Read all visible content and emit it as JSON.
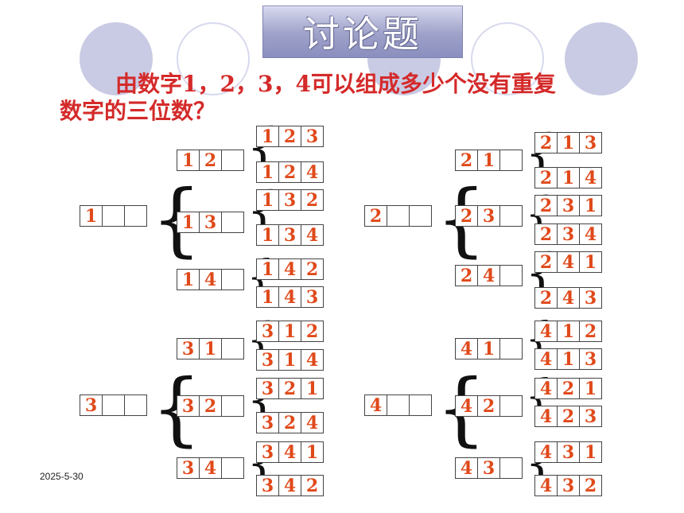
{
  "slide": {
    "title": "讨论题",
    "question_line1": "由数字1，2，3，4可以组成多少个没有重复",
    "question_line2": "数字的三位数？",
    "date": "2025-5-30"
  },
  "groups": [
    {
      "root": [
        "1",
        "",
        ""
      ],
      "branches": [
        {
          "prefix": [
            "1",
            "2",
            ""
          ],
          "leaves": [
            [
              "1",
              "2",
              "3"
            ],
            [
              "1",
              "2",
              "4"
            ]
          ]
        },
        {
          "prefix": [
            "1",
            "3",
            ""
          ],
          "leaves": [
            [
              "1",
              "3",
              "2"
            ],
            [
              "1",
              "3",
              "4"
            ]
          ]
        },
        {
          "prefix": [
            "1",
            "4",
            ""
          ],
          "leaves": [
            [
              "1",
              "4",
              "2"
            ],
            [
              "1",
              "4",
              "3"
            ]
          ]
        }
      ]
    },
    {
      "root": [
        "2",
        "",
        ""
      ],
      "branches": [
        {
          "prefix": [
            "2",
            "1",
            ""
          ],
          "leaves": [
            [
              "2",
              "1",
              "3"
            ],
            [
              "2",
              "1",
              "4"
            ]
          ]
        },
        {
          "prefix": [
            "2",
            "3",
            ""
          ],
          "leaves": [
            [
              "2",
              "3",
              "1"
            ],
            [
              "2",
              "3",
              "4"
            ]
          ]
        },
        {
          "prefix": [
            "2",
            "4",
            ""
          ],
          "leaves": [
            [
              "2",
              "4",
              "1"
            ],
            [
              "2",
              "4",
              "3"
            ]
          ]
        }
      ]
    },
    {
      "root": [
        "3",
        "",
        ""
      ],
      "branches": [
        {
          "prefix": [
            "3",
            "1",
            ""
          ],
          "leaves": [
            [
              "3",
              "1",
              "2"
            ],
            [
              "3",
              "1",
              "4"
            ]
          ]
        },
        {
          "prefix": [
            "3",
            "2",
            ""
          ],
          "leaves": [
            [
              "3",
              "2",
              "1"
            ],
            [
              "3",
              "2",
              "4"
            ]
          ]
        },
        {
          "prefix": [
            "3",
            "4",
            ""
          ],
          "leaves": [
            [
              "3",
              "4",
              "1"
            ],
            [
              "3",
              "4",
              "2"
            ]
          ]
        }
      ]
    },
    {
      "root": [
        "4",
        "",
        ""
      ],
      "branches": [
        {
          "prefix": [
            "4",
            "1",
            ""
          ],
          "leaves": [
            [
              "4",
              "1",
              "2"
            ],
            [
              "4",
              "1",
              "3"
            ]
          ]
        },
        {
          "prefix": [
            "4",
            "2",
            ""
          ],
          "leaves": [
            [
              "4",
              "2",
              "1"
            ],
            [
              "4",
              "2",
              "3"
            ]
          ]
        },
        {
          "prefix": [
            "4",
            "3",
            ""
          ],
          "leaves": [
            [
              "4",
              "3",
              "1"
            ],
            [
              "4",
              "3",
              "2"
            ]
          ]
        }
      ]
    }
  ]
}
